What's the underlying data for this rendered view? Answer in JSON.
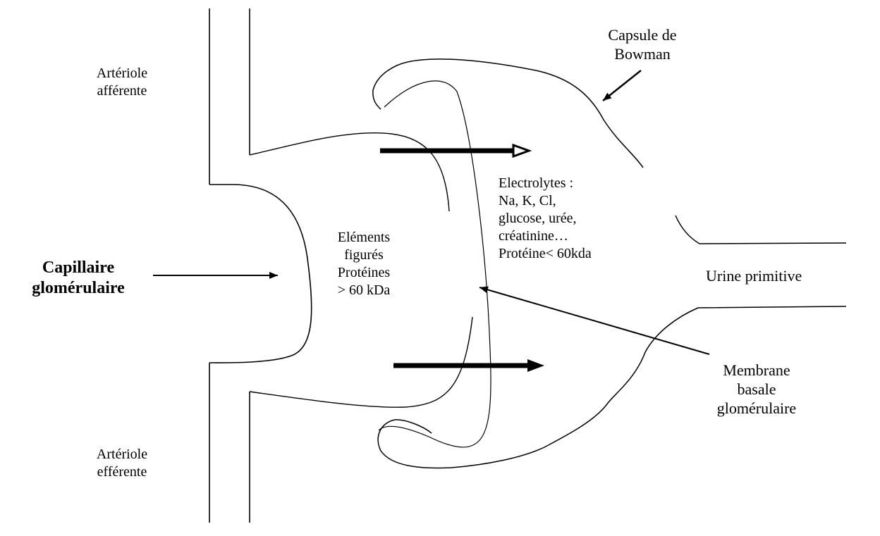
{
  "labels": {
    "arteriole_afferente": [
      "Artériole",
      "afférente"
    ],
    "arteriole_efferente": [
      "Artériole",
      "efférente"
    ],
    "capillaire": [
      "Capillaire",
      "glomérulaire"
    ],
    "capsule": [
      "Capsule de",
      "Bowman"
    ],
    "elements": [
      "Eléments",
      "figurés",
      "Protéines",
      "> 60 kDa"
    ],
    "electrolytes": [
      "Electrolytes :",
      "Na, K, Cl,",
      "glucose, urée,",
      "créatinine…",
      "Protéine< 60kda"
    ],
    "urine": "Urine primitive",
    "membrane": [
      "Membrane",
      "basale",
      "glomérulaire"
    ]
  },
  "colors": {
    "ink": "#000000",
    "background": "#ffffff"
  }
}
